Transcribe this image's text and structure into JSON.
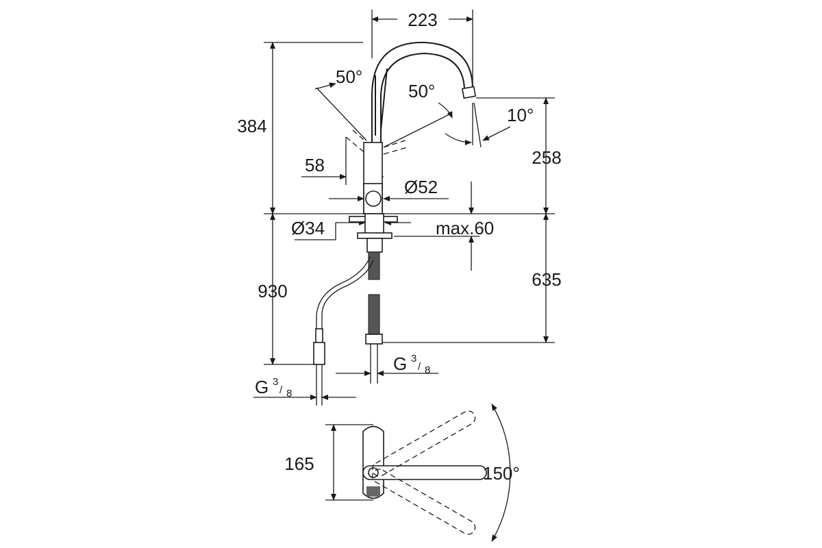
{
  "drawing": {
    "width_spout": "223",
    "angle_lever_left": "50°",
    "angle_lever_right": "50°",
    "angle_spout": "10°",
    "height_total": "384",
    "height_spout": "258",
    "lever_offset": "58",
    "body_diameter": "Ø52",
    "hole_diameter": "Ø34",
    "max_thickness": "max.60",
    "hose_length": "930",
    "shank_length": "635",
    "connection_left": {
      "g": "G",
      "num": "3",
      "den": "8"
    },
    "connection_right": {
      "g": "G",
      "num": "3",
      "den": "8"
    },
    "plan_depth": "165",
    "swivel_angle": "150°"
  }
}
